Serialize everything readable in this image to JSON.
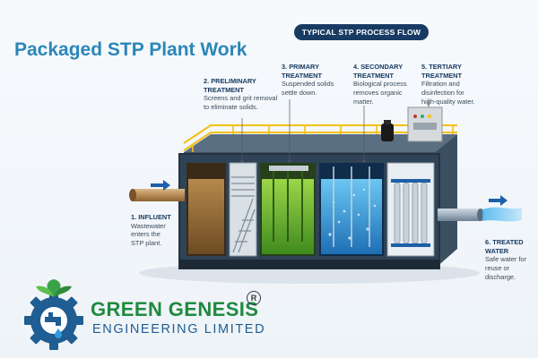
{
  "page_title": "Packaged STP Plant Work",
  "flow_heading": "TYPICAL STP PROCESS FLOW",
  "steps": [
    {
      "num_title": "1. INFLUENT",
      "desc_lines": [
        "Wastewater",
        "enters the",
        "STP plant."
      ]
    },
    {
      "num_title_lines": [
        "2. PRELIMINARY",
        "TREATMENT"
      ],
      "desc_lines": [
        "Screens and grit removal",
        "to eliminate solids."
      ]
    },
    {
      "num_title_lines": [
        "3. PRIMARY",
        "TREATMENT"
      ],
      "desc_lines": [
        "Suspended solids",
        "settle down."
      ]
    },
    {
      "num_title_lines": [
        "4. SECONDARY",
        "TREATMENT"
      ],
      "desc_lines": [
        "Biological process",
        "removes organic",
        "matter."
      ]
    },
    {
      "num_title_lines": [
        "5. TERTIARY",
        "TREATMENT"
      ],
      "desc_lines": [
        "Filtration and",
        "disinfection for",
        "high-quality water."
      ]
    },
    {
      "num_title_lines": [
        "6. TREATED",
        "WATER"
      ],
      "desc_lines": [
        "Safe water for",
        "reuse or",
        "discharge."
      ]
    }
  ],
  "brand": {
    "name_line1": "GREEN GENESIS",
    "name_line2": "ENGINEERING LIMITED",
    "registered_mark": "R"
  },
  "colors": {
    "title_blue": "#2b86b9",
    "pill_navy": "#183b63",
    "brand_green": "#1f8a3f",
    "brand_blue": "#1f5d92",
    "railing_yellow": "#f2c014"
  }
}
